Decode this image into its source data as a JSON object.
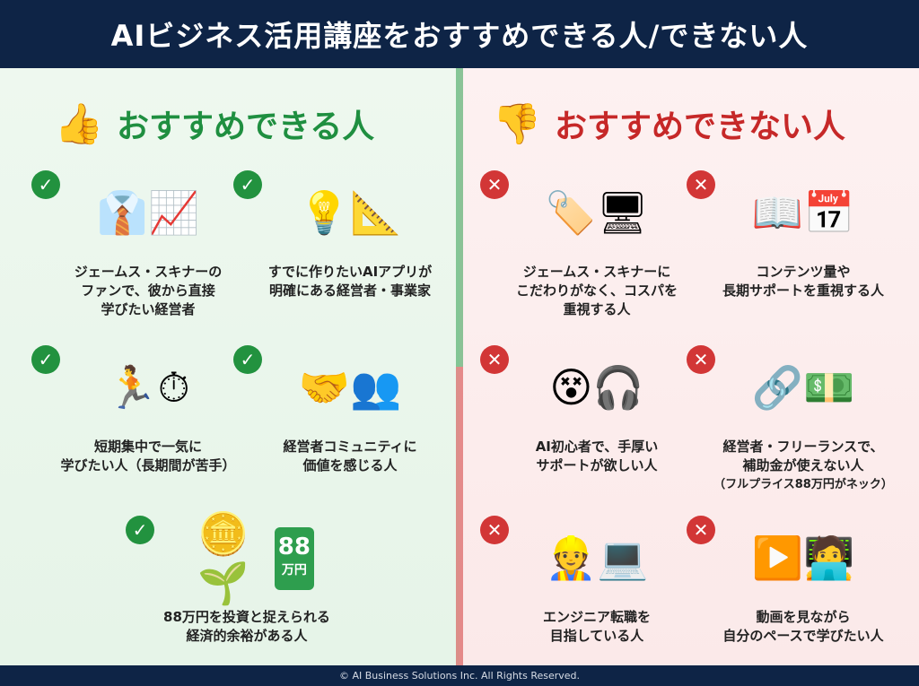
{
  "header": {
    "title": "AIビジネス活用講座をおすすめできる人/できない人"
  },
  "recommended": {
    "title": "おすすめできる人",
    "items": [
      {
        "lines": [
          "ジェームス・スキナーの",
          "ファンで、彼から直接",
          "学びたい経営者"
        ]
      },
      {
        "lines": [
          "すでに作りたいAIアプリが",
          "明確にある経営者・事業家"
        ]
      },
      {
        "lines": [
          "短期集中で一気に",
          "学びたい人（長期間が苦手）"
        ]
      },
      {
        "lines": [
          "経営者コミュニティに",
          "価値を感じる人"
        ]
      },
      {
        "lines": [
          "88万円を投資と捉えられる",
          "経済的余裕がある人"
        ],
        "tag": {
          "num": "88",
          "unit": "万円"
        }
      }
    ]
  },
  "not_recommended": {
    "title": "おすすめできない人",
    "items": [
      {
        "lines": [
          "ジェームス・スキナーに",
          "こだわりがなく、コスパを",
          "重視する人"
        ]
      },
      {
        "lines": [
          "コンテンツ量や",
          "長期サポートを重視する人"
        ]
      },
      {
        "lines": [
          "AI初心者で、手厚い",
          "サポートが欲しい人"
        ]
      },
      {
        "lines": [
          "経営者・フリーランスで、",
          "補助金が使えない人"
        ],
        "note": "（フルプライス88万円がネック）"
      },
      {
        "lines": [
          "エンジニア転職を",
          "目指している人"
        ]
      },
      {
        "lines": [
          "動画を見ながら",
          "自分のペースで学びたい人"
        ]
      }
    ]
  },
  "colors": {
    "good": "#22923f",
    "bad": "#d23636",
    "navy": "#0e2446"
  },
  "footer": {
    "copyright": "© AI Business Solutions Inc. All Rights Reserved."
  }
}
